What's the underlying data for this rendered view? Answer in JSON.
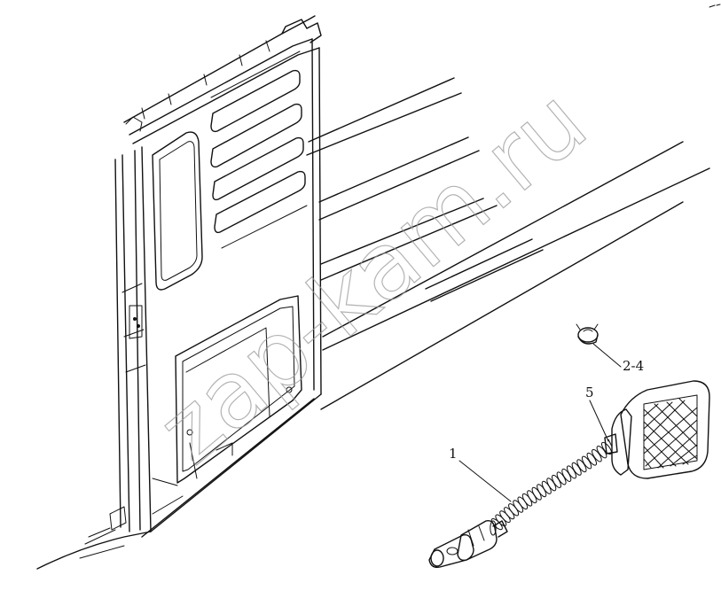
{
  "diagram": {
    "callouts": [
      {
        "id": "part-1",
        "label": "1"
      },
      {
        "id": "part-2-4",
        "label": "2-4"
      },
      {
        "id": "part-5",
        "label": "5"
      }
    ],
    "watermark": "zap-kam.ru",
    "line_color": "#111111",
    "watermark_color": "#9a9a9a"
  }
}
